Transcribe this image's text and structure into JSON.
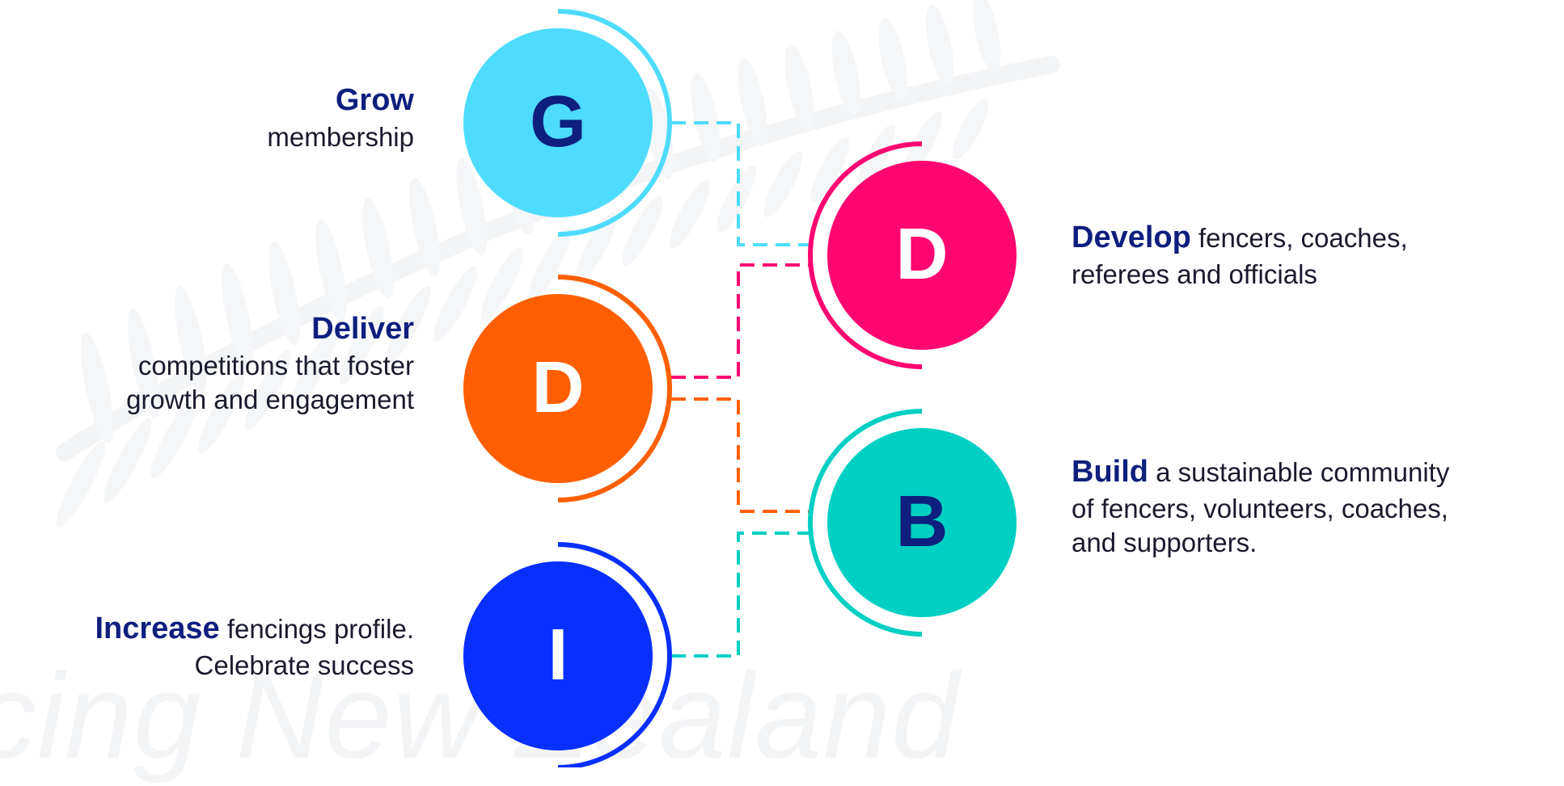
{
  "watermark": {
    "text": "cing New Zealand"
  },
  "goals": [
    {
      "letter": "G",
      "bold": "Grow",
      "rest": [
        "membership"
      ],
      "color": "#4ddcff",
      "letter_color": "#0e1f7e"
    },
    {
      "letter": "D",
      "bold": "Deliver",
      "rest": [
        "competitions that foster",
        "growth and engagement"
      ],
      "color": "#ff5f00",
      "letter_color": "#ffffff"
    },
    {
      "letter": "I",
      "bold": "Increase",
      "rest": [
        "fencings profile.",
        "Celebrate success"
      ],
      "color": "#0730ff",
      "letter_color": "#ffffff"
    },
    {
      "letter": "D",
      "bold": "Develop",
      "rest": [
        "fencers, coaches,",
        "referees and  officials"
      ],
      "color": "#ff0670",
      "letter_color": "#ffffff"
    },
    {
      "letter": "B",
      "bold": "Build",
      "rest": [
        "a sustainable community",
        "of fencers, volunteers, coaches,",
        "and supporters."
      ],
      "color": "#00cfc3",
      "letter_color": "#0e1f7e"
    }
  ]
}
